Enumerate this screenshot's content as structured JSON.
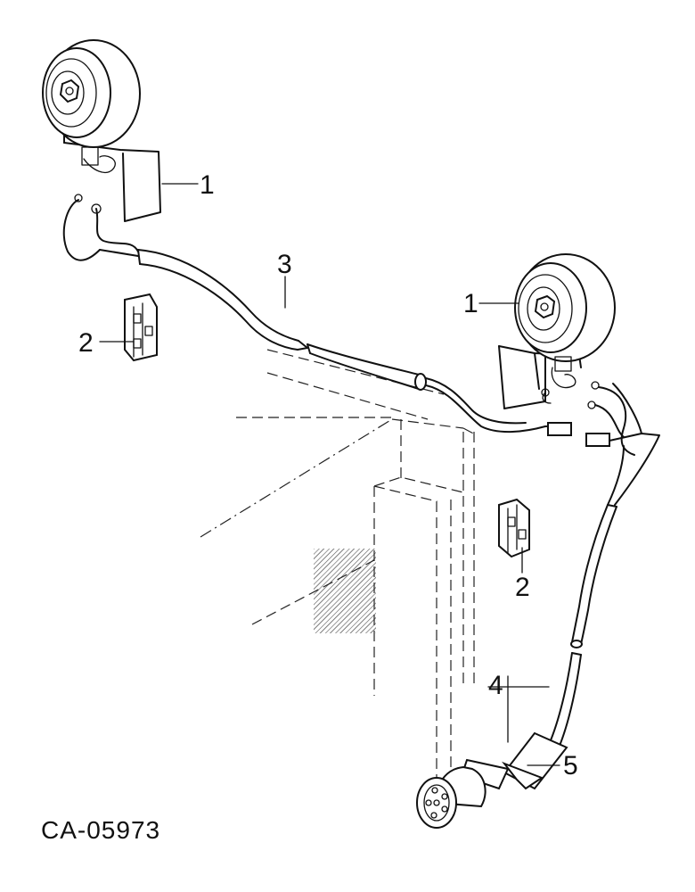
{
  "figure": {
    "code": "CA-05973",
    "callouts": [
      {
        "id": "lamp-left",
        "text": "1"
      },
      {
        "id": "lamp-right",
        "text": "1"
      },
      {
        "id": "clip-left",
        "text": "2"
      },
      {
        "id": "clip-right",
        "text": "2"
      },
      {
        "id": "harness",
        "text": "3"
      },
      {
        "id": "cable",
        "text": "4"
      },
      {
        "id": "connector",
        "text": "5"
      }
    ]
  }
}
